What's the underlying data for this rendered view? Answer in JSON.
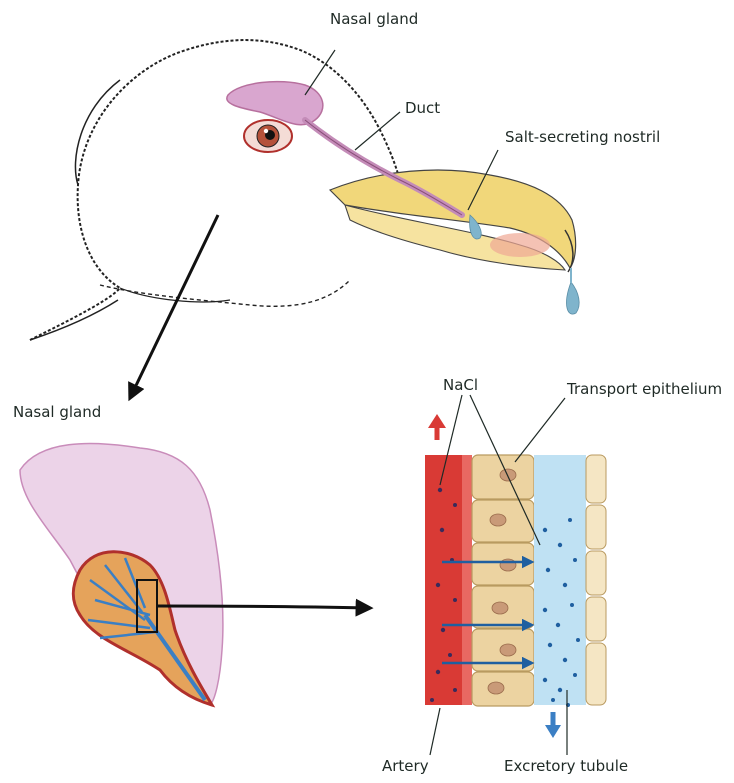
{
  "labels": {
    "nasal_gland_top": "Nasal gland",
    "duct": "Duct",
    "salt_nostril": "Salt-secreting nostril",
    "nasal_gland_left": "Nasal gland",
    "nacl": "NaCl",
    "transport_epithelium": "Transport epithelium",
    "artery": "Artery",
    "excretory_tubule": "Excretory tubule"
  },
  "colors": {
    "ink": "#1f2a26",
    "gland_pink": "#d9a6cf",
    "blood_red": "#d93a35",
    "cell_tan": "#ecd3a1",
    "tubule_blue": "#bfe1f3",
    "beak_yellow": "#f1d77a",
    "arrow_blue": "#1f5fa0",
    "drop_blue": "#7fb4cc"
  }
}
